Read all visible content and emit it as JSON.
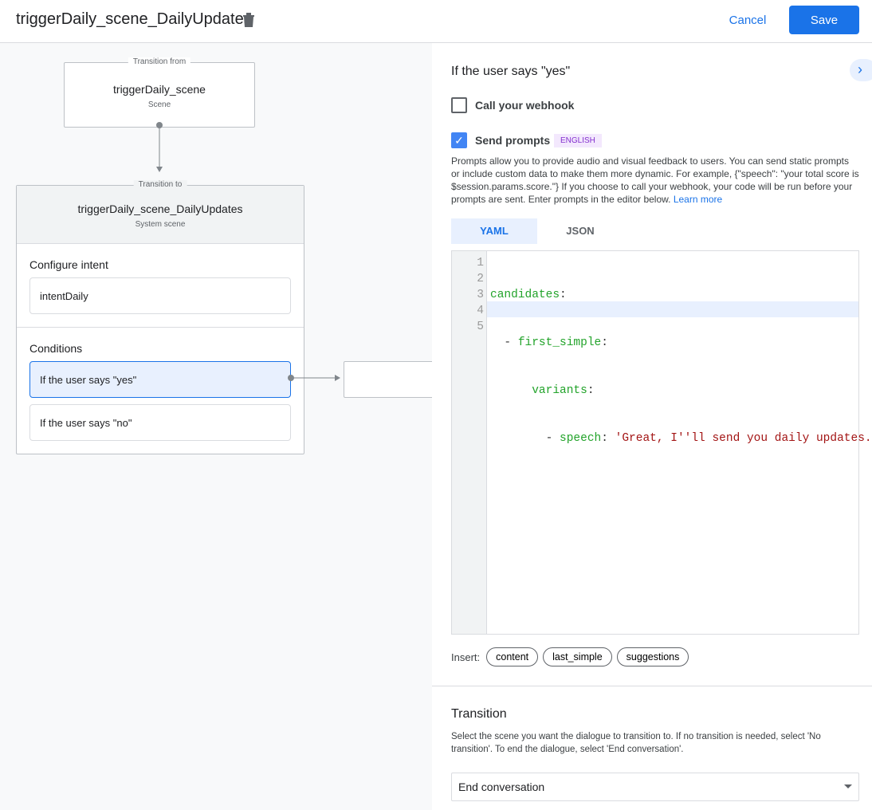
{
  "header": {
    "title": "triggerDaily_scene_DailyUpdates",
    "cancel": "Cancel",
    "save": "Save"
  },
  "canvas": {
    "from": {
      "label": "Transition from",
      "name": "triggerDaily_scene",
      "type": "Scene"
    },
    "to": {
      "label": "Transition to",
      "name": "triggerDaily_scene_DailyUpdates",
      "type": "System scene"
    },
    "configure_intent": "Configure intent",
    "intent": "intentDaily",
    "conditions_label": "Conditions",
    "conditions": [
      "If the user says \"yes\"",
      "If the user says \"no\""
    ]
  },
  "panel": {
    "title": "If the user says \"yes\"",
    "webhook": {
      "label": "Call your webhook",
      "checked": false
    },
    "prompts": {
      "label": "Send prompts",
      "checked": true,
      "badge": "ENGLISH",
      "desc": "Prompts allow you to provide audio and visual feedback to users. You can send static prompts or include custom data to make them more dynamic. For example, {\"speech\": \"your total score is $session.params.score.\"} If you choose to call your webhook, your code will be run before your prompts are sent. Enter prompts in the editor below.",
      "learn_more": "Learn more"
    },
    "tabs": [
      "YAML",
      "JSON"
    ],
    "active_tab": "YAML",
    "code": {
      "lines": [
        "1",
        "2",
        "3",
        "4",
        "5"
      ],
      "l1k": "candidates",
      "l2k": "first_simple",
      "l3k": "variants",
      "l4k": "speech",
      "l4v": "'Great, I''ll send you daily updates."
    },
    "insert": {
      "label": "Insert:",
      "chips": [
        "content",
        "last_simple",
        "suggestions"
      ]
    },
    "transition": {
      "title": "Transition",
      "desc": "Select the scene you want the dialogue to transition to. If no transition is needed, select 'No transition'. To end the dialogue, select 'End conversation'.",
      "selected": "End conversation"
    }
  }
}
